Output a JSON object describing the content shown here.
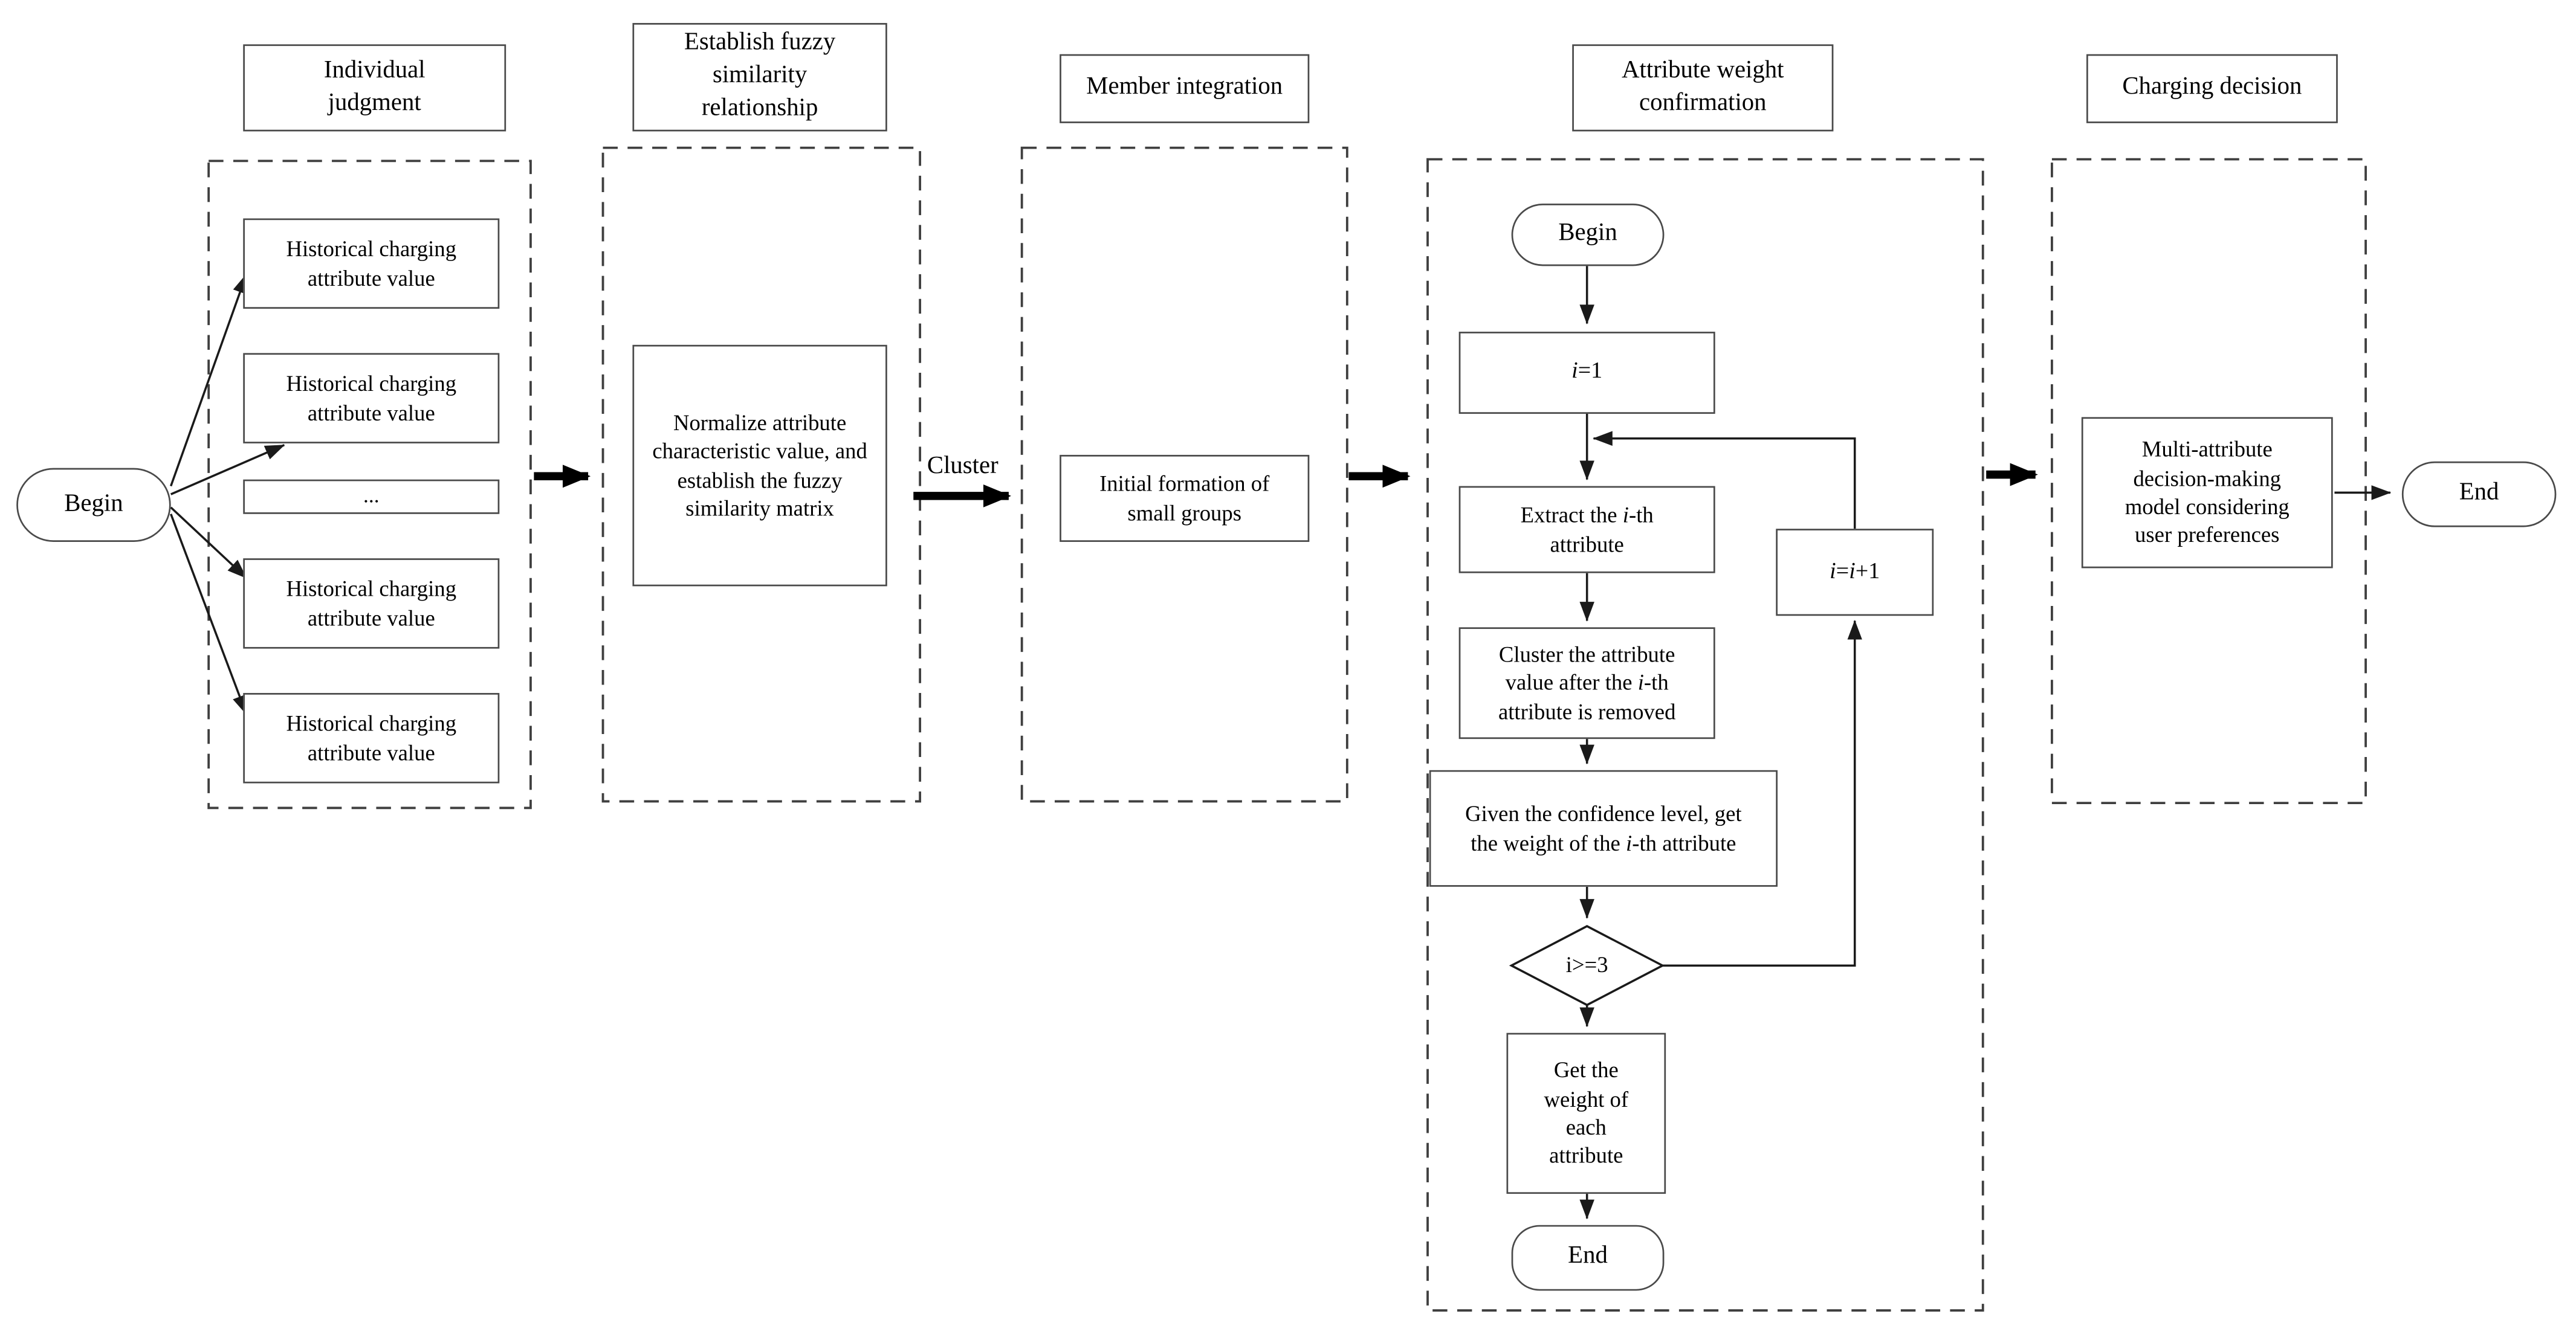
{
  "columns": {
    "c1": {
      "title": "Individual judgment"
    },
    "c2": {
      "title": "Establish fuzzy similarity relationship"
    },
    "c3": {
      "title": "Member integration"
    },
    "c4": {
      "title": "Attribute weight confirmation"
    },
    "c5": {
      "title": "Charging decision"
    }
  },
  "labels": {
    "cluster_arrow": "Cluster"
  },
  "nodes": {
    "begin_main": "Begin",
    "historical_1": "Historical charging attribute value",
    "historical_2": "Historical charging attribute value",
    "ellipsis": "...",
    "historical_3": "Historical charging attribute value",
    "historical_4": "Historical charging attribute value",
    "normalize": "Normalize attribute characteristic value, and establish the fuzzy similarity matrix",
    "initial_groups": "Initial formation of small groups",
    "begin_sub": "Begin",
    "condition": "i>=3",
    "get_weight": "Get the weight of each attribute",
    "end_sub": "End",
    "model": "Multi-attribute decision-making model considering user preferences",
    "end_main": "End"
  },
  "nodes_rich": {
    "i_init": "<i>i</i>=1",
    "extract": "Extract the <i>i</i>-th attribute",
    "cluster_removed": "Cluster the attribute value after the <i>i</i>-th attribute is removed",
    "confidence": "Given the confidence level, get the weight of the <i>i</i>-th attribute",
    "i_increment": "<i>i</i>=<i>i</i>+1"
  },
  "style": {
    "ink": "#000000",
    "line_color": "#1a1a1a",
    "border_color": "#4a4a4a",
    "background": "#ffffff"
  }
}
